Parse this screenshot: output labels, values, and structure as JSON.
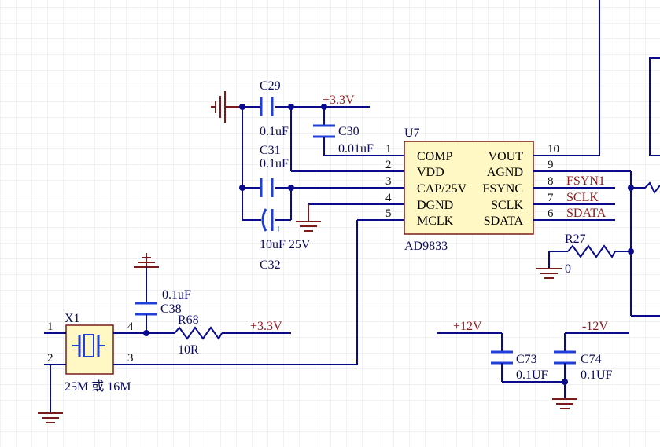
{
  "u7": {
    "ref": "U7",
    "part": "AD9833",
    "pins_left": [
      {
        "num": "1",
        "name": "COMP"
      },
      {
        "num": "2",
        "name": "VDD"
      },
      {
        "num": "3",
        "name": "CAP/25V"
      },
      {
        "num": "4",
        "name": "DGND"
      },
      {
        "num": "5",
        "name": "MCLK"
      }
    ],
    "pins_right": [
      {
        "num": "10",
        "name": "VOUT"
      },
      {
        "num": "9",
        "name": "AGND"
      },
      {
        "num": "8",
        "name": "FSYNC"
      },
      {
        "num": "7",
        "name": "SCLK"
      },
      {
        "num": "6",
        "name": "SDATA"
      }
    ]
  },
  "nets": {
    "fsync": "FSYN1",
    "sclk": "SCLK",
    "sdata": "SDATA",
    "p33_top": "+3.3V",
    "p33_osc": "+3.3V",
    "p12": "+12V",
    "m12": "-12V"
  },
  "caps": {
    "c29": {
      "ref": "C29",
      "value": "0.1uF"
    },
    "c30": {
      "ref": "C30",
      "value": "0.01uF"
    },
    "c31": {
      "ref": "C31",
      "value": "0.1uF"
    },
    "c32": {
      "ref": "C32",
      "value": "10uF 25V",
      "polarity": "+"
    },
    "c38": {
      "ref": "C38",
      "value": "0.1uF"
    },
    "c73": {
      "ref": "C73",
      "value": "0.1UF"
    },
    "c74": {
      "ref": "C74",
      "value": "0.1UF"
    }
  },
  "resistors": {
    "r27": {
      "ref": "R27",
      "value": "0"
    },
    "r68": {
      "ref": "R68",
      "value": "10R"
    }
  },
  "x1": {
    "ref": "X1",
    "value": "25M 或 16M",
    "pins": [
      "1",
      "2",
      "3",
      "4"
    ]
  },
  "colors": {
    "wire": "#0a0a8c",
    "capacitor": "#1f3fd8",
    "ground": "#7a1b1b",
    "net_label": "#8b1a1a",
    "ic_fill": "#fff8c4",
    "ic_border": "#7a1b1b",
    "grid": "#e6e6e6"
  }
}
